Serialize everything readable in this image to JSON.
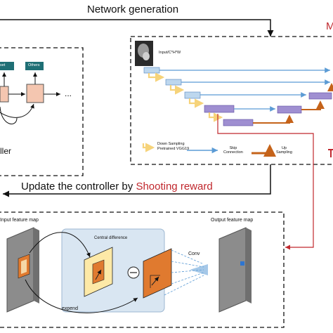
{
  "network_generation": "Network generation",
  "update_prefix": "Update the controller by ",
  "update_reward": "Shooting reward",
  "right_panel_fragment": "M",
  "input_label": "Input/C*H*W",
  "legend": {
    "down": "Down Sampling",
    "pretrained": "Pretrained VGG19",
    "skip": "Skip\nConnection",
    "up": "Up\nSampling"
  },
  "controller": {
    "box_left": "set",
    "box_right": "Others",
    "ellipsis": "...",
    "caption_fragment": "ller"
  },
  "bottom": {
    "input_map": "Input feature map",
    "output_map": "Output feature map",
    "central": "Central difference",
    "conv": "Conv",
    "expend": "expend"
  },
  "colors": {
    "red": "#c0272d",
    "blue_arrow": "#5b9bd5",
    "yellow_arrow": "#f6d37a",
    "orange_arrow": "#c5631a",
    "block_blue": "#bdd7ee",
    "block_purple": "#9f8fd1",
    "block_pink": "#f4c6b0",
    "teal": "#1f6f75",
    "light_blue_panel": "#d9e6f2"
  }
}
